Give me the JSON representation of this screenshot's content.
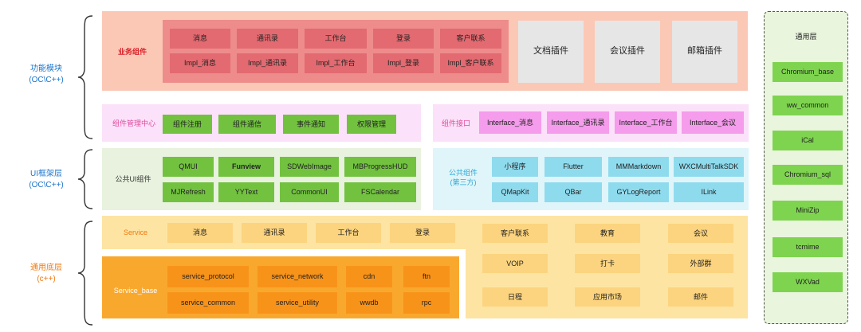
{
  "layers": {
    "func": {
      "line1": "功能模块",
      "line2": "(OC\\C++)"
    },
    "ui": {
      "line1": "UI框架层",
      "line2": "(OC\\C++)"
    },
    "base": {
      "line1": "通用底层",
      "line2": "(c++)"
    }
  },
  "business": {
    "title": "业务组件",
    "row1": [
      "消息",
      "通讯录",
      "工作台",
      "登录",
      "客户联系"
    ],
    "row2": [
      "Impl_消息",
      "Impl_通讯录",
      "Impl_工作台",
      "Impl_登录",
      "Impl_客户联系"
    ],
    "plugins": [
      "文档插件",
      "会议插件",
      "邮箱插件"
    ]
  },
  "manager": {
    "title": "组件管理中心",
    "items": [
      "组件注册",
      "组件通信",
      "事件通知",
      "权限管理"
    ]
  },
  "iface": {
    "title": "组件接口",
    "items": [
      "Interface_消息",
      "Interface_通讯录",
      "Interface_工作台",
      "Interface_会议"
    ]
  },
  "public_ui": {
    "title": "公共UI组件",
    "row1": [
      "QMUI",
      "Funview",
      "SDWebImage",
      "MBProgressHUD"
    ],
    "row2": [
      "MJRefresh",
      "YYText",
      "CommonUI",
      "FSCalendar"
    ]
  },
  "third": {
    "title_line1": "公共组件",
    "title_line2": "(第三方)",
    "row1": [
      "小程序",
      "Flutter",
      "MMMarkdown",
      "WXCMultiTalkSDK"
    ],
    "row2": [
      "QMapKit",
      "QBar",
      "GYLogReport",
      "ILink"
    ]
  },
  "service": {
    "title": "Service",
    "items": [
      "消息",
      "通讯录",
      "工作台",
      "登录"
    ]
  },
  "service_right": {
    "row1": [
      "客户联系",
      "教育",
      "会议"
    ],
    "row2": [
      "VOIP",
      "打卡",
      "外部群"
    ],
    "row3": [
      "日程",
      "应用市场",
      "邮件"
    ]
  },
  "service_base": {
    "title": "Service_base",
    "row1": [
      "service_protocol",
      "service_network",
      "cdn",
      "ftn"
    ],
    "row2": [
      "service_common",
      "service_utility",
      "wwdb",
      "rpc"
    ]
  },
  "common": {
    "title": "通用层",
    "items": [
      "Chromium_base",
      "ww_common",
      "iCal",
      "Chromium_sql",
      "MiniZip",
      "tcmime",
      "WXVad"
    ]
  },
  "colors": {
    "business_bg": "#fbc8b6",
    "business_inner": "#ee8c8c",
    "business_cell": "#e26a70",
    "plugin": "#e6e6e6",
    "manager_bg": "#fbe1f9",
    "green": "#72c240",
    "iface_cell": "#f59cec",
    "ui_bg": "#e8f2de",
    "third_bg": "#dff5fa",
    "cyan": "#8fdbee",
    "service_bg": "#fde4a3",
    "service_cell": "#fcd47f",
    "base_bg": "#f9a82e",
    "base_cell": "#f8931a",
    "common_bg": "#e9f5dd",
    "common_cell": "#7ed44f",
    "layer_label": "#1b74cc",
    "base_label": "#f07a10",
    "red_label": "#d8222a",
    "pink_label": "#e14a9e",
    "cyan_label": "#30a8d4"
  }
}
